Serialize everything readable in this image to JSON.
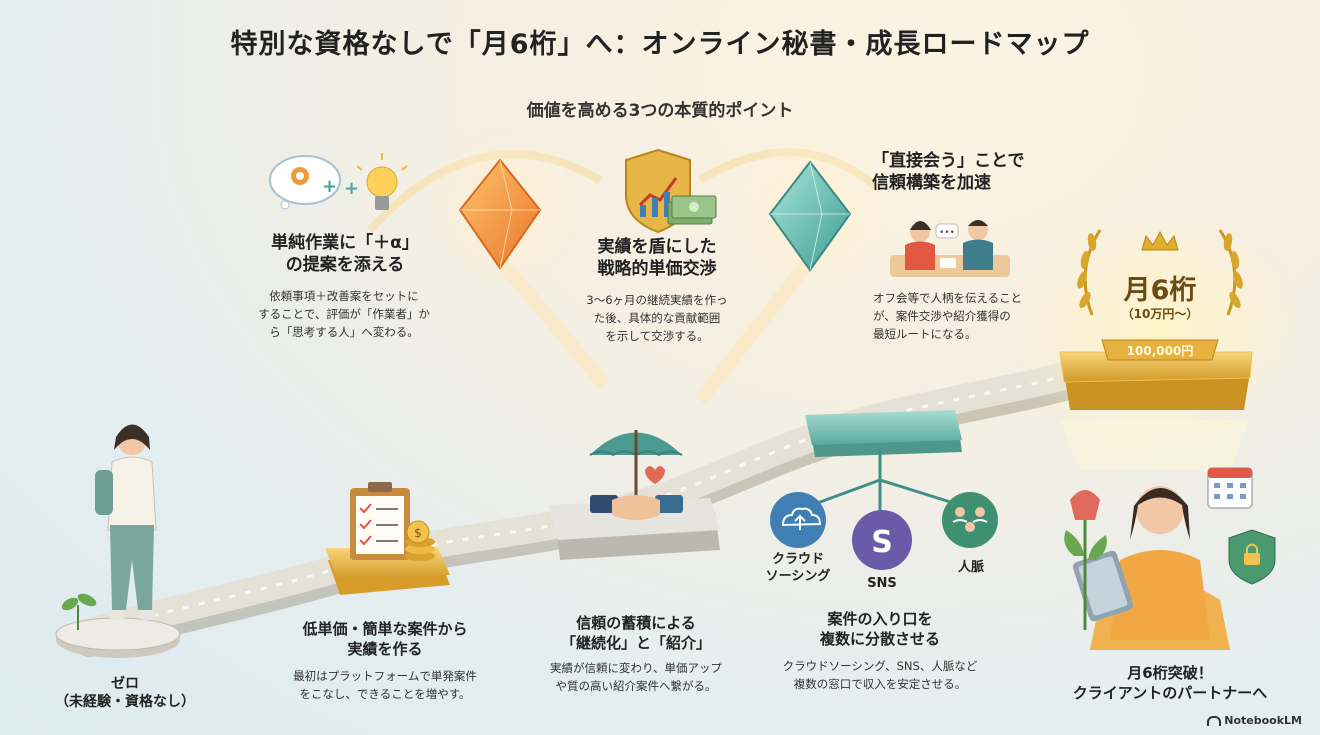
{
  "title": "特別な資格なしで「月6桁」へ：オンライン秘書・成長ロードマップ",
  "subtitle": "価値を高める3つの本質的ポイント",
  "points": [
    {
      "heading_line1": "単純作業に「＋α」",
      "heading_line2": "の提案を添える",
      "desc_line1": "依頼事項＋改善案をセットに",
      "desc_line2": "することで、評価が「作業者」か",
      "desc_line3": "ら「思考する人」へ変わる。"
    },
    {
      "heading_line1": "実績を盾にした",
      "heading_line2": "戦略的単価交渉",
      "desc_line1": "3〜6ヶ月の継続実績を作っ",
      "desc_line2": "た後、具体的な貢献範囲",
      "desc_line3": "を示して交渉する。"
    },
    {
      "heading_line1": "「直接会う」ことで",
      "heading_line2": "信頼構築を加速",
      "desc_line1": "オフ会等で人柄を伝えること",
      "desc_line2": "が、案件交渉や紹介獲得の",
      "desc_line3": "最短ルートになる。"
    }
  ],
  "steps": [
    {
      "heading_line1": "ゼロ",
      "heading_line2": "（未経験・資格なし）"
    },
    {
      "heading_line1": "低単価・簡単な案件から",
      "heading_line2": "実績を作る",
      "desc_line1": "最初はプラットフォームで単発案件",
      "desc_line2": "をこなし、できることを増やす。"
    },
    {
      "heading_line1": "信頼の蓄積による",
      "heading_line2": "「継続化」と「紹介」",
      "desc_line1": "実績が信頼に変わり、単価アップ",
      "desc_line2": "や質の高い紹介案件へ繋がる。"
    },
    {
      "heading_line1": "案件の入り口を",
      "heading_line2": "複数に分散させる",
      "desc_line1": "クラウドソーシング、SNS、人脈など",
      "desc_line2": "複数の窓口で収入を安定させる。"
    },
    {
      "heading_line1": "月6桁突破！",
      "heading_line2": "クライアントのパートナーへ"
    }
  ],
  "channels": {
    "crowd_line1": "クラウド",
    "crowd_line2": "ソーシング",
    "sns": "SNS",
    "network": "人脈"
  },
  "goal": {
    "main": "月6桁",
    "sub": "（10万円〜）",
    "ribbon": "100,000円"
  },
  "watermark": "NotebookLM",
  "colors": {
    "accent_gold": "#e9b53c",
    "accent_teal": "#5fb8ac",
    "accent_orange": "#f0913a",
    "path": "#d9d4c8"
  },
  "icons": [
    "gear-cloud-icon",
    "lightbulb-icon",
    "orange-diamond-icon",
    "shield-chart-icon",
    "money-stack-icon",
    "teal-diamond-icon",
    "meeting-people-icon",
    "crown-icon",
    "laurel-icon",
    "clipboard-checklist-icon",
    "coins-icon",
    "umbrella-handshake-icon",
    "cloud-upload-icon",
    "sns-logo-icon",
    "people-network-icon",
    "calendar-icon",
    "security-shield-icon",
    "tulip-icon",
    "sprout-icon",
    "woman-figure-icon",
    "tablet-woman-icon"
  ]
}
